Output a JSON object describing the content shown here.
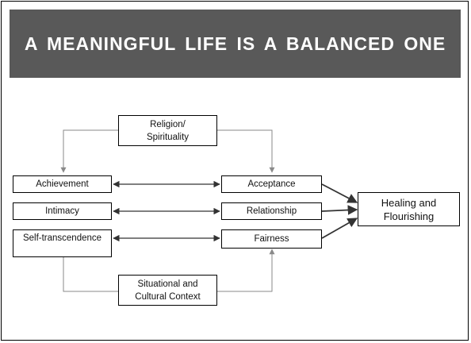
{
  "title": "A MEANINGFUL  LIFE IS A BALANCED  ONE",
  "nodes": {
    "religion": {
      "line1": "Religion/",
      "line2": "Spirituality"
    },
    "achievement": "Achievement",
    "intimacy": "Intimacy",
    "self_transcendence": "Self-transcendence",
    "acceptance": "Acceptance",
    "relationship": "Relationship",
    "fairness": "Fairness",
    "context": {
      "line1": "Situational and",
      "line2": "Cultural Context"
    },
    "healing": {
      "line1": "Healing and",
      "line2": "Flourishing"
    }
  },
  "colors": {
    "banner": "#595959",
    "banner_text": "#ffffff",
    "connector_gray": "#8a8a8a",
    "connector_dark": "#333333"
  }
}
